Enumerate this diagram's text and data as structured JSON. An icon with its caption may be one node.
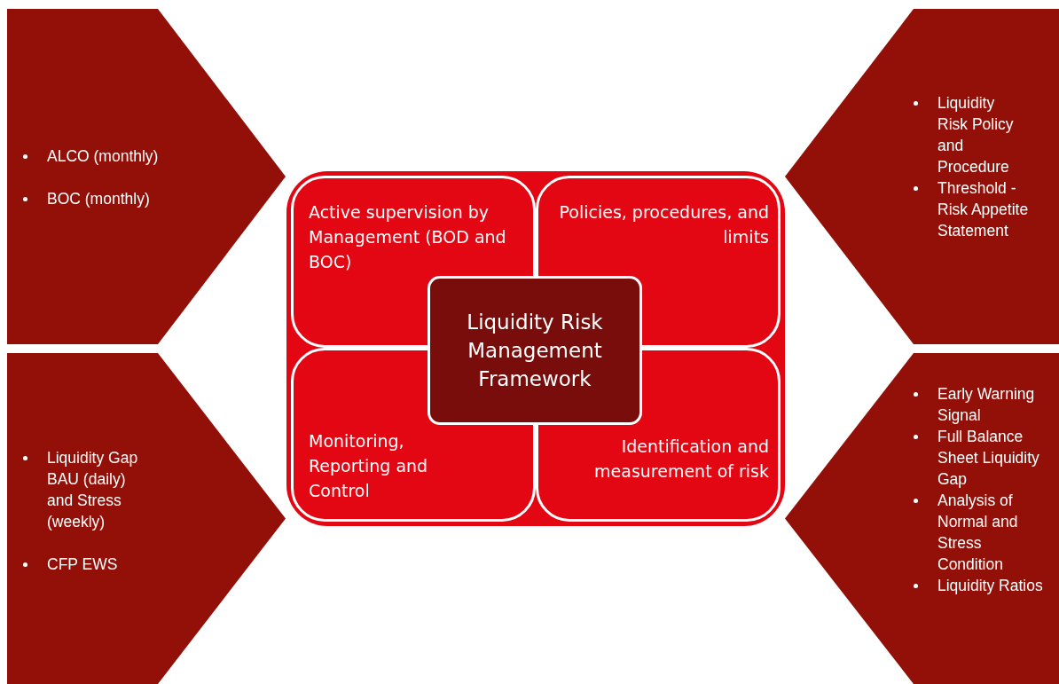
{
  "diagram": {
    "nodes": [
      {
        "text": [],
        "shape": "box"
      },
      {
        "text": [
          "Active supervision by Management (BOD and BOC)"
        ],
        "in": 0
      },
      {
        "text": [
          "Policies, procedures, and  limits"
        ],
        "in": 0
      },
      {
        "text": [
          "Monitoring, Reporting and Control"
        ],
        "in": 0
      },
      {
        "text": [
          "Identification and measurement of risk"
        ],
        "in": 0
      },
      {
        "text": [
          "Liquidity Risk Management Framework"
        ],
        "in": 0
      },
      {
        "text": [
          "ALCO (monthly)",
          "BOC (monthly)"
        ]
      },
      {
        "text": [
          "Liquidity Risk Policy and Procedure",
          "Threshold - Risk Appetite Statement"
        ]
      },
      {
        "text": [
          "Liquidity Gap BAU (daily) and Stress (weekly)",
          "CFP EWS"
        ]
      },
      {
        "text": [
          "Early Warning Signal",
          "Full Balance Sheet Liquidity Gap",
          "Analysis of Normal and Stress Condition",
          "Liquidity Ratios"
        ]
      }
    ]
  }
}
